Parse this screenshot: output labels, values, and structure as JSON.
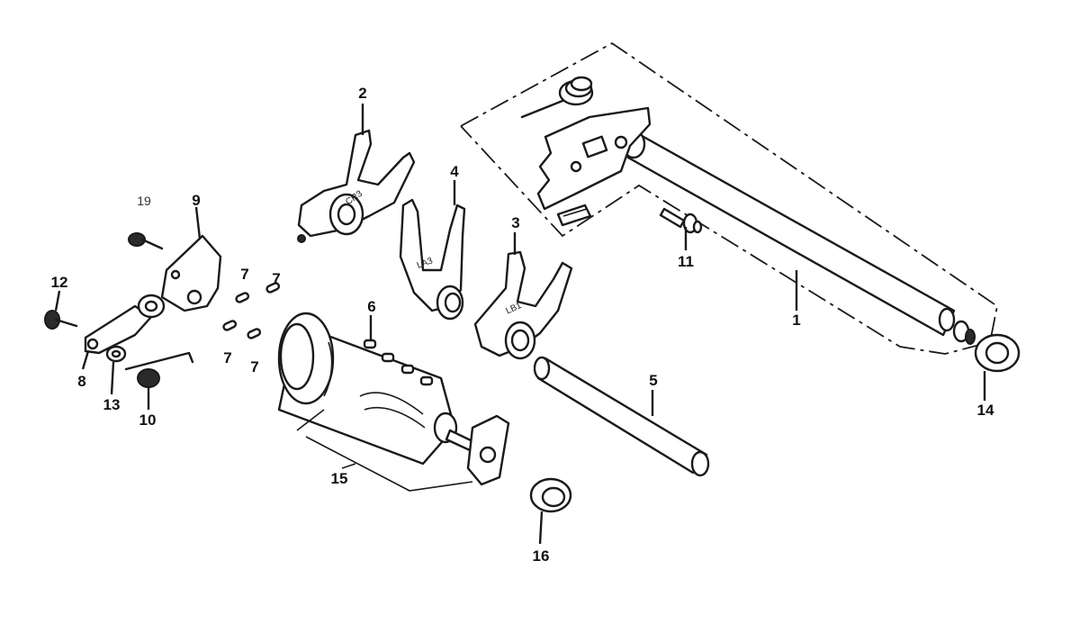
{
  "diagram": {
    "callouts": [
      {
        "id": "c1",
        "label": "1"
      },
      {
        "id": "c2",
        "label": "2"
      },
      {
        "id": "c3",
        "label": "3"
      },
      {
        "id": "c4",
        "label": "4"
      },
      {
        "id": "c5",
        "label": "5"
      },
      {
        "id": "c6",
        "label": "6"
      },
      {
        "id": "c7a",
        "label": "7"
      },
      {
        "id": "c7b",
        "label": "7"
      },
      {
        "id": "c7c",
        "label": "7"
      },
      {
        "id": "c7d",
        "label": "7"
      },
      {
        "id": "c8",
        "label": "8"
      },
      {
        "id": "c9",
        "label": "9"
      },
      {
        "id": "c10",
        "label": "10"
      },
      {
        "id": "c11",
        "label": "11"
      },
      {
        "id": "c12",
        "label": "12"
      },
      {
        "id": "c13",
        "label": "13"
      },
      {
        "id": "c14",
        "label": "14"
      },
      {
        "id": "c15",
        "label": "15"
      },
      {
        "id": "c16",
        "label": "16"
      },
      {
        "id": "c19",
        "label": "19"
      }
    ],
    "fork_markings": {
      "fork_2": "CR3",
      "fork_4": "LA3",
      "fork_3": "LB1"
    }
  }
}
